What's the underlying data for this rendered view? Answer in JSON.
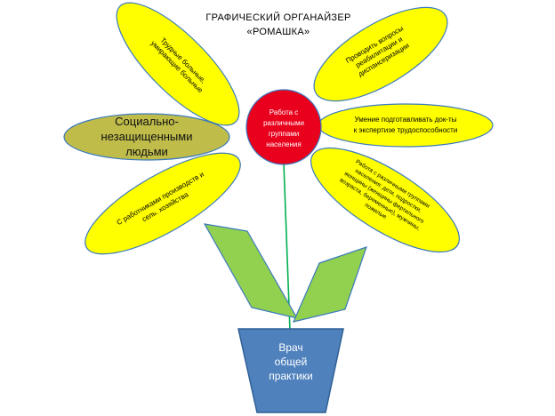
{
  "title": {
    "line1": "ГРАФИЧЕСКИЙ ОРГАНАЙЗЕР",
    "line2": "«РОМАШКА»"
  },
  "center": {
    "lines": [
      "Работа с",
      "различными",
      "группами",
      "населения"
    ],
    "color": "#e8001c"
  },
  "petals": {
    "top_left": [
      "Трудные больные,",
      "умирающие больные"
    ],
    "top_right": [
      "Проводить вопросы",
      "реабилитации и",
      "диспансеризации"
    ],
    "left": [
      "Социально-",
      "незащищенными",
      "людьми"
    ],
    "right": [
      "Умение подготавливать док-ты",
      "к экспертизе трудоспособности"
    ],
    "bottom_left": [
      "С работниками производств и",
      "сель. хозяйства"
    ],
    "bottom_right": [
      "Работа с различными группами",
      "населения: дети, подростки,",
      "женщины (женщины фертильного",
      "возраста, беременные), мужчины,",
      "пожилые"
    ]
  },
  "pot": {
    "lines": [
      "Врач",
      "общей",
      "практики"
    ]
  },
  "colors": {
    "petal": "#ffff00",
    "petal_muted": "#bfbc4a",
    "leaf": "#92d050",
    "stem": "#00b050",
    "pot": "#4f81bd"
  }
}
